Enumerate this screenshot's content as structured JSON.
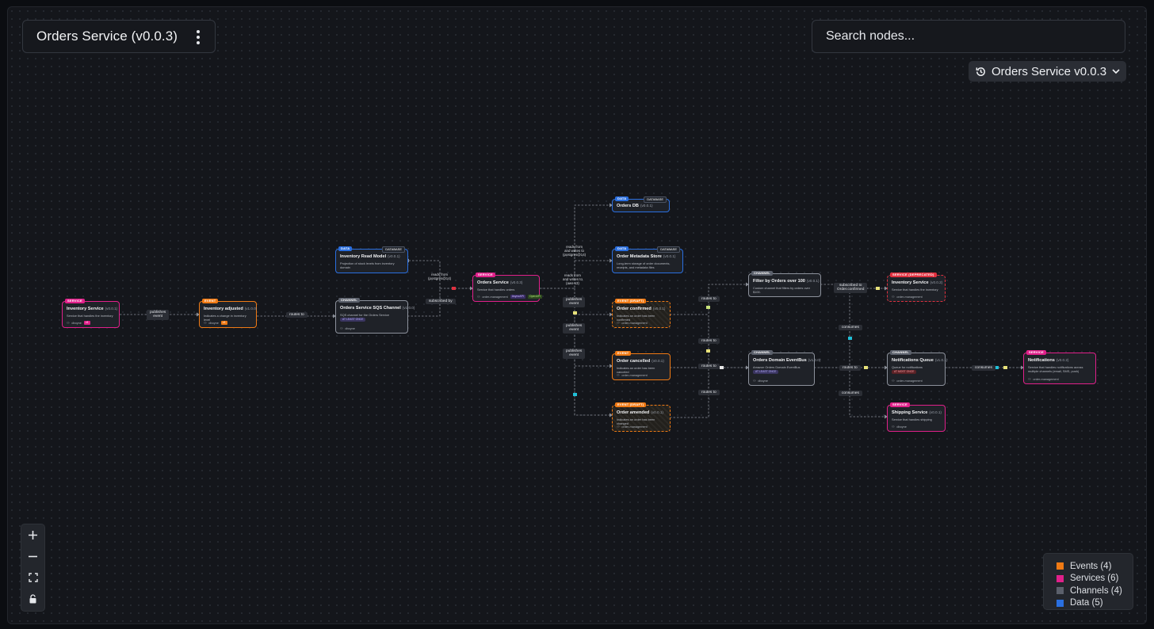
{
  "header": {
    "title": "Orders Service (v0.0.3)"
  },
  "search": {
    "placeholder": "Search nodes..."
  },
  "version_select": {
    "selected": "Orders Service v0.0.3"
  },
  "colors": {
    "event": "#f07a14",
    "service": "#e0208a",
    "channel": "#5b606b",
    "data": "#2a6fe0",
    "deprecated": "#e0303f",
    "canvas": "#14161b"
  },
  "nodes": {
    "inventory_service_1": {
      "badge": "SERVICE",
      "name": "Inventory Service",
      "version": "(v0.0.1)",
      "description": "Service that handles the inventory",
      "owner": "dboyne",
      "tag": "v1"
    },
    "inventory_adjusted": {
      "badge": "EVENT",
      "name": "Inventory adjusted",
      "version": "(v1.0.0)",
      "description": "Indicates a change in inventory level",
      "owner": "dboyne",
      "tag": "v1"
    },
    "inventory_read_model": {
      "badge": "DATA",
      "kind": "DATABASE",
      "name": "Inventory Read Model",
      "version": "(v0.0.1)",
      "description": "Projection of stock levels from inventory domain"
    },
    "sqs_channel": {
      "badge": "CHANNEL",
      "name": "Orders Service SQS Channel",
      "version": "(v1.0.0)",
      "description": "SQS channel for the Orders Service",
      "pill": "AT LEAST ONCE",
      "owner": "dboyne"
    },
    "orders_service": {
      "badge": "SERVICE",
      "name": "Orders Service",
      "version": "(v0.0.3)",
      "description": "Service that handles orders",
      "owner": "order-management",
      "spec1": "AsyncAPI",
      "spec2": "OpenAPI"
    },
    "orders_db": {
      "badge": "DATA",
      "kind": "DATABASE",
      "name": "Orders DB",
      "version": "(v0.0.1)"
    },
    "orders_metadata": {
      "badge": "DATA",
      "kind": "DATABASE",
      "name": "Order Metadata Store",
      "version": "(v0.0.1)",
      "description": "Long-term storage of order documents, receipts, and metadata files"
    },
    "order_confirmed": {
      "badge": "EVENT (DRAFT)",
      "name": "Order confirmed",
      "version": "(v0.0.1)",
      "description": "Indicates an order has been confirmed",
      "owner": "order-management"
    },
    "order_cancelled": {
      "badge": "EVENT",
      "name": "Order cancelled",
      "version": "(v0.0.1)",
      "description": "Indicates an order has been canceled",
      "owner": "order-management"
    },
    "order_amended": {
      "badge": "EVENT (DRAFT)",
      "name": "Order amended",
      "version": "(v0.0.1)",
      "description": "Indicates an order has been changed",
      "owner": "order-management"
    },
    "filter_orders": {
      "badge": "CHANNEL",
      "name": "Filter by Orders over 100",
      "version": "(v0.0.1)",
      "description": "Custom channel that filters by orders over $100."
    },
    "eventbus": {
      "badge": "CHANNEL",
      "name": "Orders Domain EventBus",
      "version": "(v1.0.0)",
      "description": "Amazon Orders Domain EventBus",
      "pill": "AT LEAST ONCE",
      "owner": "dboyne"
    },
    "inventory_service_dep": {
      "badge": "SERVICE (DEPRECATED)",
      "name": "Inventory Service",
      "version": "(v0.0.2)",
      "description": "Service that handles the inventory",
      "owner": "order-management"
    },
    "notifications_queue": {
      "badge": "CHANNEL",
      "name": "Notifications Queue",
      "version": "(v1.0.1)",
      "description": "Queue for notifications",
      "pill": "AT MOST ONCE",
      "owner": "order-management"
    },
    "shipping_service": {
      "badge": "SERVICE",
      "name": "Shipping Service",
      "version": "(v0.0.1)",
      "description": "Service that handles shipping",
      "owner": "dboyne"
    },
    "notifications": {
      "badge": "SERVICE",
      "name": "Notifications",
      "version": "(v0.0.2)",
      "description": "Service that handles notifications across multiple channels (email, SMS, push)",
      "owner": "order-management"
    }
  },
  "edge_labels": {
    "publishes_event": "publishes\nevent",
    "routes_to": "routes to",
    "subscribed_by": "subscribed by",
    "reads_from_postgres": "reads from\n(postgres@14)",
    "reads_writes_postgres": "reads from\nand writes to\n(postgres@14)",
    "reads_writes_s3": "reads from\nand writes to\n(aws-s3)",
    "subscribed_to": "subscribed to\nOrder.confirmed",
    "consumes": "consumes"
  },
  "legend": [
    {
      "label": "Events (4)",
      "color": "#f07a14"
    },
    {
      "label": "Services (6)",
      "color": "#e0208a"
    },
    {
      "label": "Channels (4)",
      "color": "#5b606b"
    },
    {
      "label": "Data (5)",
      "color": "#2a6fe0"
    }
  ],
  "controls": {
    "zoom_in": "zoom-in",
    "zoom_out": "zoom-out",
    "fit": "fit-view",
    "lock": "lock"
  }
}
